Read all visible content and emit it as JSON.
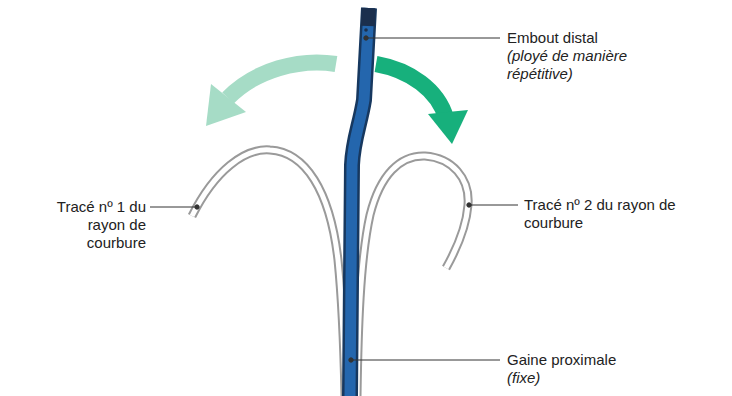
{
  "diagram": {
    "labels": [
      "Embout distal",
      "(ployé de manière répétitive)",
      "Tracé nº 1 du rayon de courbure",
      "Tracé nº 2 du rayon de courbure",
      "Gaine proximale",
      "(fixe)"
    ]
  }
}
